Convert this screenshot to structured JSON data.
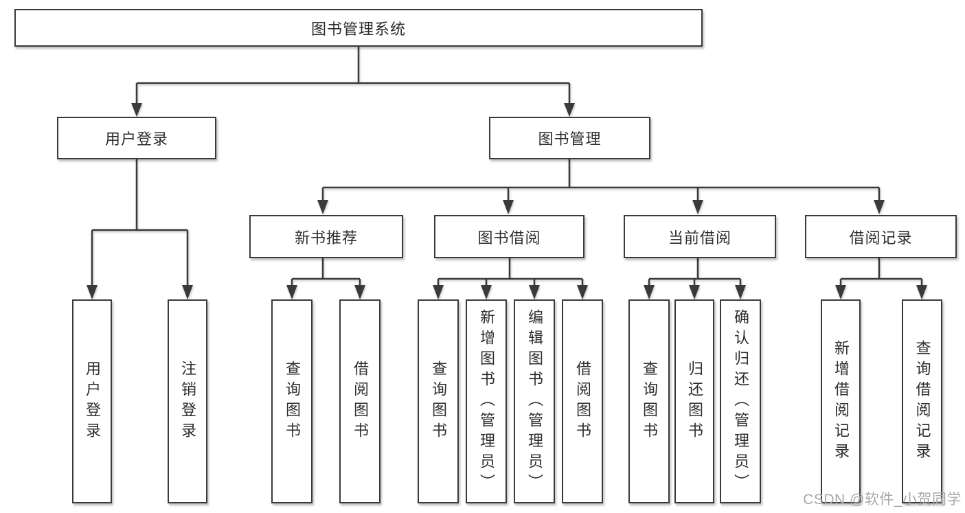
{
  "diagram": {
    "root": {
      "label": "图书管理系统",
      "children": [
        {
          "label": "用户登录",
          "children": [
            {
              "label": "用户登录"
            },
            {
              "label": "注销登录"
            }
          ]
        },
        {
          "label": "图书管理",
          "children": [
            {
              "label": "新书推荐",
              "children": [
                {
                  "label": "查询图书"
                },
                {
                  "label": "借阅图书"
                }
              ]
            },
            {
              "label": "图书借阅",
              "children": [
                {
                  "label": "查询图书"
                },
                {
                  "label": "新增图书（管理员）"
                },
                {
                  "label": "编辑图书（管理员）"
                },
                {
                  "label": "借阅图书"
                }
              ]
            },
            {
              "label": "当前借阅",
              "children": [
                {
                  "label": "查询图书"
                },
                {
                  "label": "归还图书"
                },
                {
                  "label": "确认归还（管理员）"
                }
              ]
            },
            {
              "label": "借阅记录",
              "children": [
                {
                  "label": "新增借阅记录"
                },
                {
                  "label": "查询借阅记录"
                }
              ]
            }
          ]
        }
      ]
    }
  },
  "watermark": {
    "text": "CSDN @软件_小贺同学",
    "color": "#a8a8a8"
  },
  "colors": {
    "line": "#3a3a3a",
    "box_border": "#3a3a3a",
    "box_fill": "#ffffff",
    "text": "#2d2d2d",
    "background": "#ffffff"
  }
}
